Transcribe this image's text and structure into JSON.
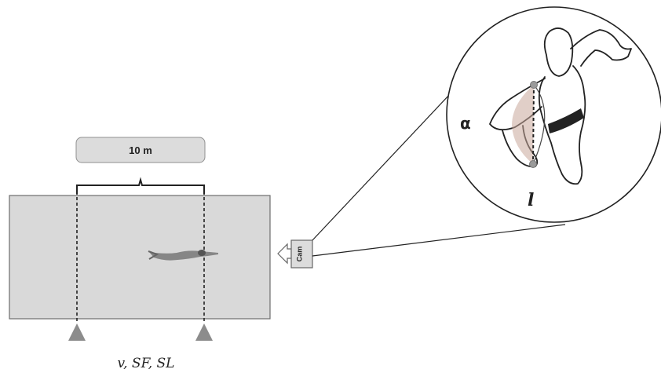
{
  "distance_label": "10 m",
  "camera_label": "Cam",
  "angle_symbol": "α",
  "length_symbol": "l",
  "variables_label": "v, SF, SL",
  "colors": {
    "pool_fill": "#d9d9d9",
    "box_fill": "#dcdcdc",
    "marker_fill": "#8c8c8c",
    "outline": "#6e6e6e",
    "swimmer": "#777777",
    "highlight_arm": "#c9a79a"
  }
}
